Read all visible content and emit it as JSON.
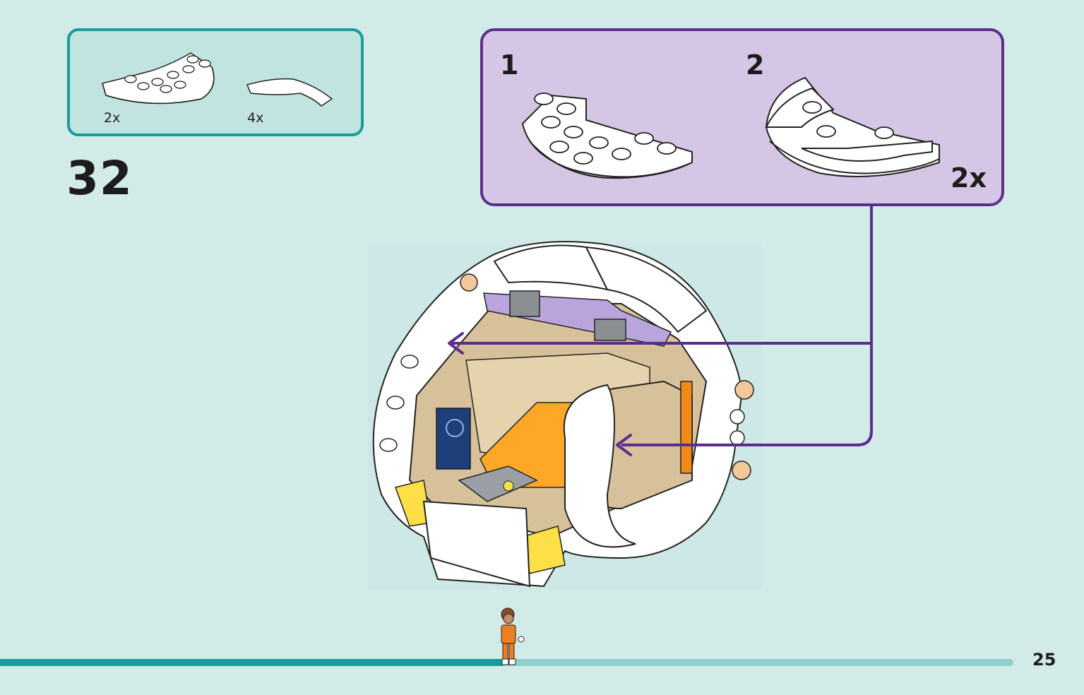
{
  "parts": [
    {
      "name": "plate-round-half",
      "quantity": "2x"
    },
    {
      "name": "tile-curved",
      "quantity": "4x"
    }
  ],
  "step": {
    "number": "32"
  },
  "sub_assembly": {
    "steps": [
      {
        "number": "1"
      },
      {
        "number": "2"
      }
    ],
    "multiplier": "2x"
  },
  "page": {
    "number": "25"
  },
  "colors": {
    "parts_border": "#179c9b",
    "sub_border": "#5b2e8c",
    "arrow": "#5b2e8c",
    "progress": "#179c9b"
  }
}
